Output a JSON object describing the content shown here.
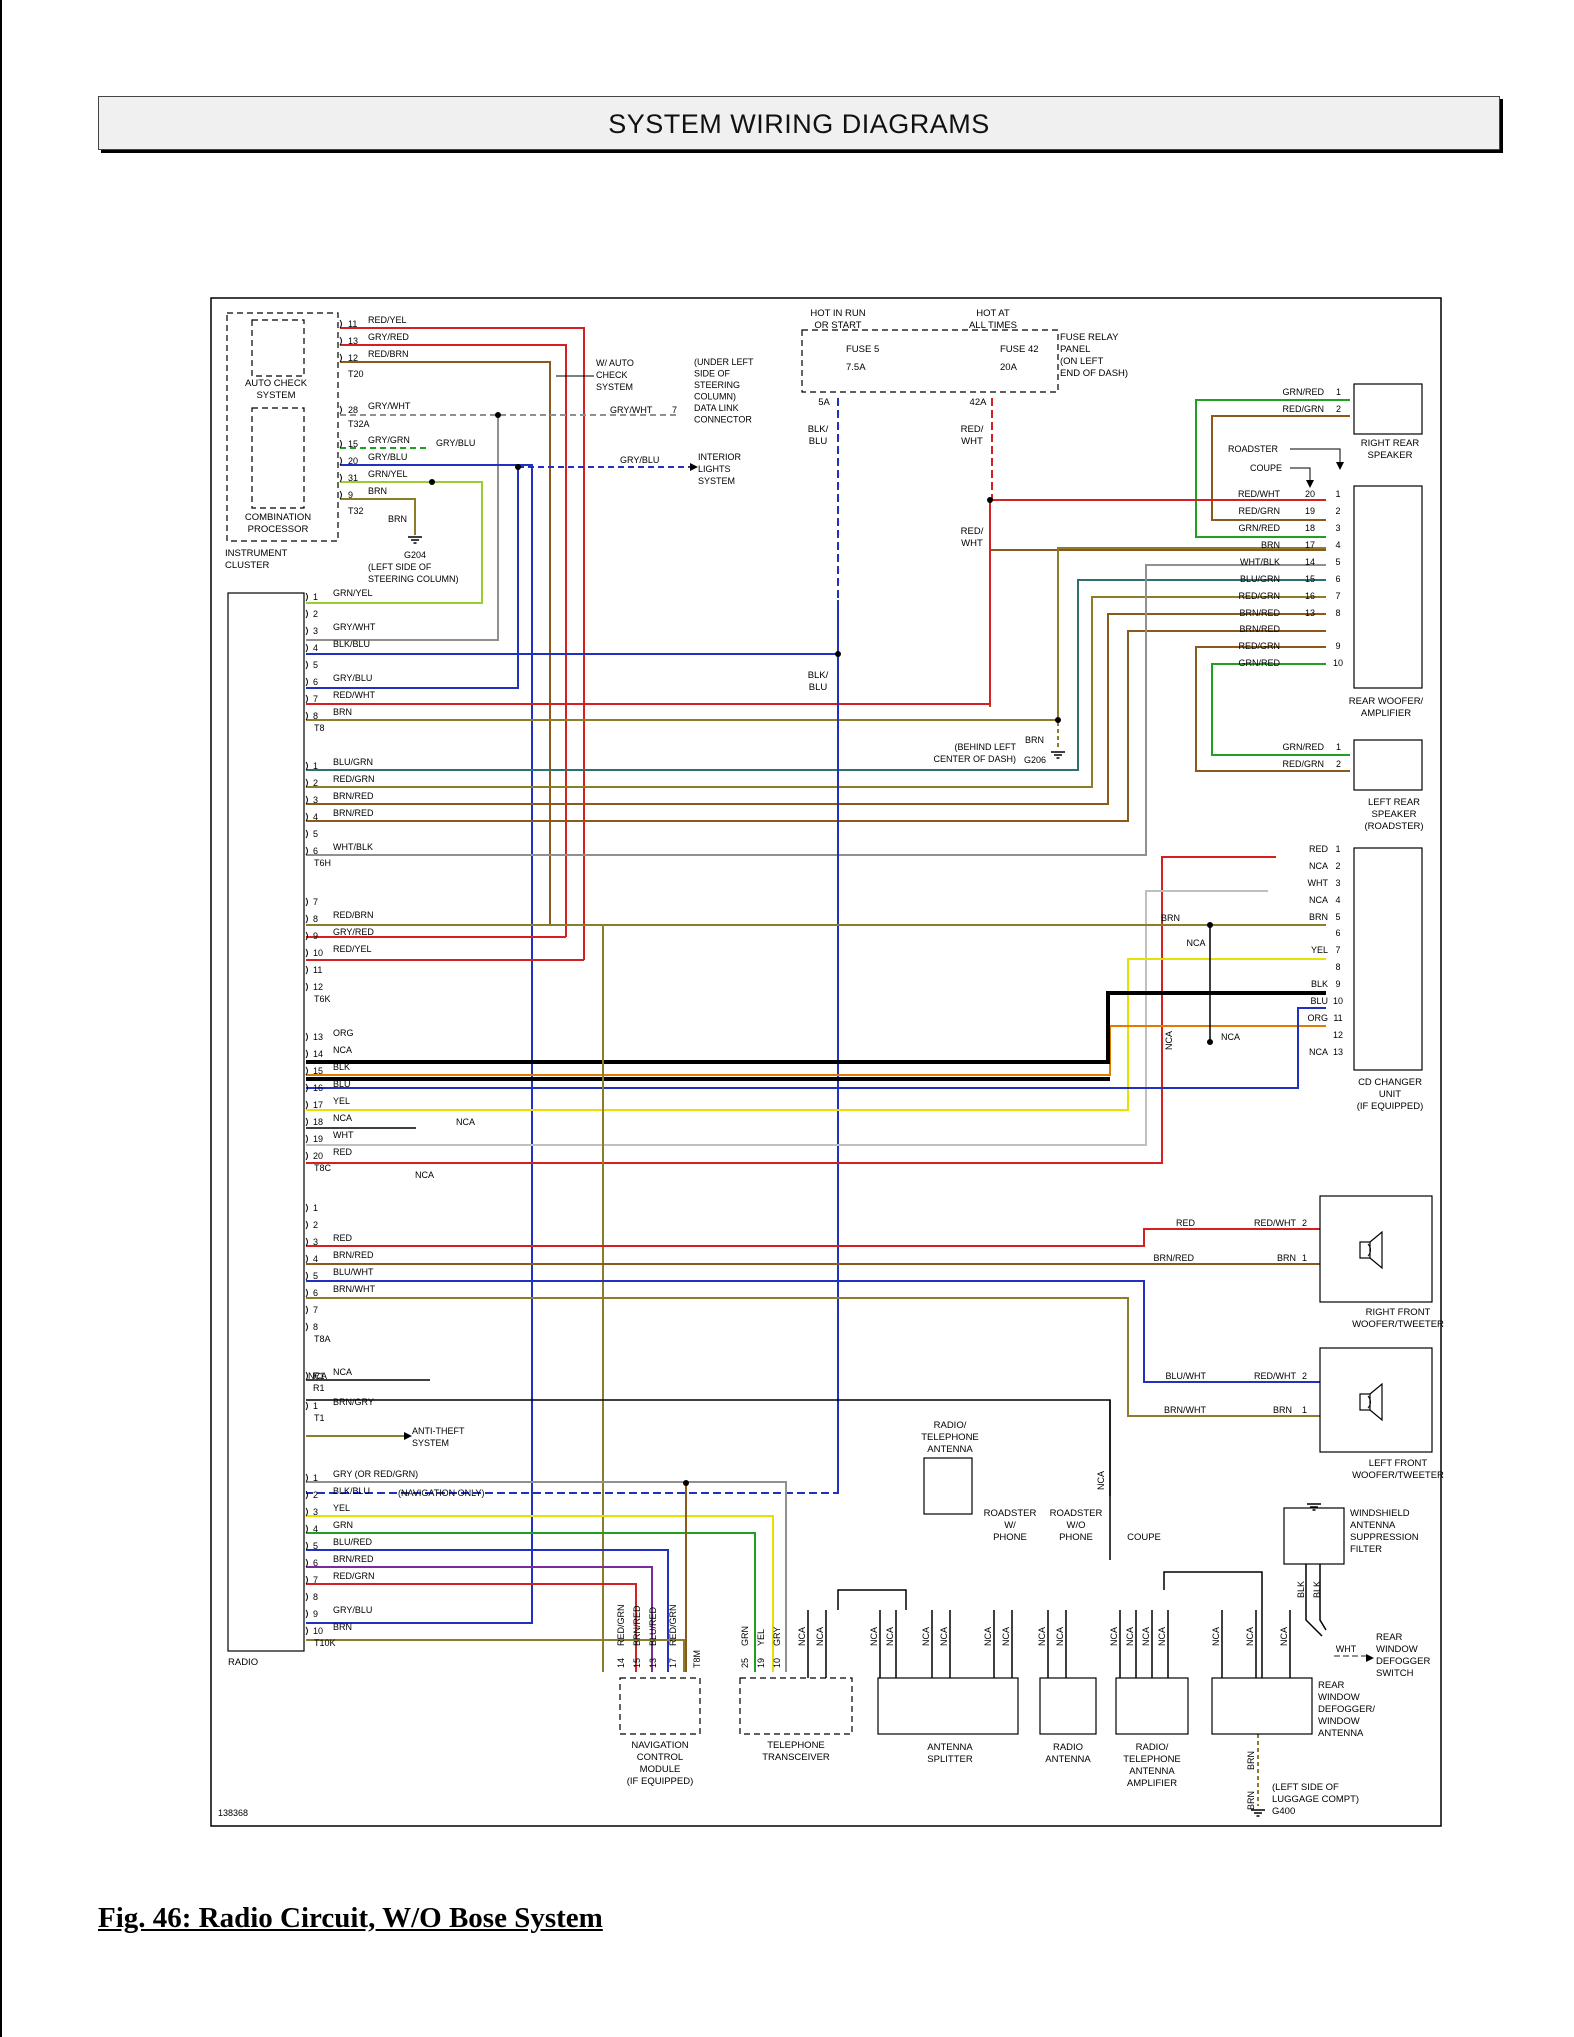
{
  "header": {
    "title": "SYSTEM WIRING DIAGRAMS"
  },
  "caption": "Fig. 46: Radio Circuit, W/O Bose System",
  "figure_id": "138368",
  "colors": {
    "RED": "#d42020",
    "YEL": "#e8e000",
    "GRN": "#20a020",
    "BLU": "#2030c0",
    "BLK": "#000000",
    "WHT": "#c0c0c0",
    "GRY": "#909090",
    "BRN": "#8b5a1a",
    "ORG": "#e07a00",
    "GRNYEL": "#9acd32",
    "OLIVE": "#8b7d2a",
    "TEAL": "#2f6f6f",
    "PURPLE": "#7a2a9a",
    "NCA": "#000000"
  },
  "top_labels": {
    "hot_run": "HOT IN RUN OR START",
    "hot_all": "HOT AT ALL TIMES",
    "fuse5": "FUSE 5",
    "fuse5_amp": "7.5A",
    "fuse42": "FUSE 42",
    "fuse42_amp": "20A",
    "fuse_panel": "FUSE RELAY PANEL (ON LEFT END OF DASH)",
    "t5a": "5A",
    "t42a": "42A",
    "blk_blu": "BLK/ BLU",
    "red_wht": "RED/ WHT"
  },
  "cluster": {
    "auto_check": "AUTO CHECK SYSTEM",
    "combination": "COMBINATION PROCESSOR",
    "instrument": "INSTRUMENT CLUSTER",
    "w_auto_check": "W/ AUTO CHECK SYSTEM",
    "dlc": "(UNDER LEFT SIDE OF STEERING COLUMN) DATA LINK CONNECTOR",
    "interior_lights": "INTERIOR LIGHTS SYSTEM",
    "g204": "G204 (LEFT SIDE OF STEERING COLUMN)",
    "pins": [
      {
        "n": "11",
        "w": "RED/YEL"
      },
      {
        "n": "13",
        "w": "GRY/RED"
      },
      {
        "n": "12",
        "w": "RED/BRN"
      },
      {
        "n": "28",
        "w": "GRY/WHT"
      },
      {
        "n": "15",
        "w": "GRY/GRN"
      },
      {
        "n": "20",
        "w": "GRY/BLU"
      },
      {
        "n": "31",
        "w": "GRN/YEL"
      },
      {
        "n": "9",
        "w": "BRN"
      }
    ],
    "connectors": [
      "T20",
      "T32A",
      "T32"
    ]
  },
  "radio": {
    "label": "RADIO",
    "groups": [
      {
        "conn": "T8",
        "pins": [
          [
            "1",
            "GRN/YEL"
          ],
          [
            "2",
            ""
          ],
          [
            "3",
            "GRY/WHT"
          ],
          [
            "4",
            "BLK/BLU"
          ],
          [
            "5",
            ""
          ],
          [
            "6",
            "GRY/BLU"
          ],
          [
            "7",
            "RED/WHT"
          ],
          [
            "8",
            "BRN"
          ]
        ]
      },
      {
        "conn": "T6H",
        "pins": [
          [
            "1",
            "BLU/GRN"
          ],
          [
            "2",
            "RED/GRN"
          ],
          [
            "3",
            "BRN/RED"
          ],
          [
            "4",
            "BRN/RED"
          ],
          [
            "5",
            ""
          ],
          [
            "6",
            "WHT/BLK"
          ]
        ]
      },
      {
        "conn": "T6K",
        "pins": [
          [
            "7",
            ""
          ],
          [
            "8",
            "RED/BRN"
          ],
          [
            "9",
            "GRY/RED"
          ],
          [
            "10",
            "RED/YEL"
          ],
          [
            "11",
            ""
          ],
          [
            "12",
            ""
          ]
        ]
      },
      {
        "conn": "T8C",
        "pins": [
          [
            "13",
            "ORG"
          ],
          [
            "14",
            "NCA"
          ],
          [
            "15",
            "BLK"
          ],
          [
            "16",
            "BLU"
          ],
          [
            "17",
            "YEL"
          ],
          [
            "18",
            "NCA"
          ],
          [
            "19",
            "WHT"
          ],
          [
            "20",
            "RED"
          ]
        ]
      },
      {
        "conn": "T8A",
        "pins": [
          [
            "1",
            ""
          ],
          [
            "2",
            ""
          ],
          [
            "3",
            "RED"
          ],
          [
            "4",
            "BRN/RED"
          ],
          [
            "5",
            "BLU/WHT"
          ],
          [
            "6",
            "BRN/WHT"
          ],
          [
            "7",
            ""
          ],
          [
            "8",
            ""
          ]
        ]
      },
      {
        "conn": "T1",
        "pins": [
          [
            "R1",
            "NCA"
          ],
          [
            "1",
            "BRN/GRY"
          ]
        ]
      },
      {
        "conn": "T10K",
        "pins": [
          [
            "1",
            "GRY (OR RED/GRN)"
          ],
          [
            "2",
            "BLK/BLU"
          ],
          [
            "3",
            "YEL"
          ],
          [
            "4",
            "GRN"
          ],
          [
            "5",
            "BLU/RED"
          ],
          [
            "6",
            "BRN/RED"
          ],
          [
            "7",
            "RED/GRN"
          ],
          [
            "8",
            ""
          ],
          [
            "9",
            "GRY/BLU"
          ],
          [
            "10",
            "BRN"
          ]
        ]
      }
    ],
    "nav_only": "(NAVIGATION ONLY)",
    "anti_theft": "ANTI-THEFT SYSTEM"
  },
  "right_components": {
    "right_rear_speaker": "RIGHT REAR SPEAKER",
    "rear_woofer": "REAR WOOFER/ AMPLIFIER",
    "left_rear_speaker": "LEFT REAR SPEAKER (ROADSTER)",
    "cd_changer": "CD CHANGER UNIT (IF EQUIPPED)",
    "right_front_woofer": "RIGHT FRONT WOOFER/TWEETER",
    "left_front_woofer": "LEFT FRONT WOOFER/TWEETER",
    "roadster": "ROADSTER",
    "coupe": "COUPE",
    "g206": "(BEHIND LEFT CENTER OF DASH) G206",
    "woofer_pins": [
      [
        "RED/WHT",
        "20",
        "1"
      ],
      [
        "RED/GRN",
        "19",
        "2"
      ],
      [
        "GRN/RED",
        "18",
        "3"
      ],
      [
        "BRN",
        "17",
        "4"
      ],
      [
        "WHT/BLK",
        "14",
        "5"
      ],
      [
        "BLU/GRN",
        "15",
        "6"
      ],
      [
        "RED/GRN",
        "16",
        "7"
      ],
      [
        "BRN/RED",
        "13",
        "8"
      ],
      [
        "BRN/RED",
        "",
        ""
      ],
      [
        "RED/GRN",
        "",
        "9"
      ],
      [
        "GRN/RED",
        "",
        "10"
      ]
    ],
    "cd_pins": [
      [
        "RED",
        "1"
      ],
      [
        "NCA",
        "2"
      ],
      [
        "WHT",
        "3"
      ],
      [
        "NCA",
        "4"
      ],
      [
        "BRN",
        "5"
      ],
      [
        "",
        "6"
      ],
      [
        "YEL",
        "7"
      ],
      [
        "",
        "8"
      ],
      [
        "BLK",
        "9"
      ],
      [
        "BLU",
        "10"
      ],
      [
        "ORG",
        "11"
      ],
      [
        "",
        "12"
      ],
      [
        "NCA",
        "13"
      ]
    ]
  },
  "bottom": {
    "nav_module": "NAVIGATION CONTROL MODULE (IF EQUIPPED)",
    "telephone": "TELEPHONE TRANSCEIVER",
    "antenna_splitter": "ANTENNA SPLITTER",
    "radio_antenna": "RADIO ANTENNA",
    "amp": "RADIO/ TELEPHONE ANTENNA AMPLIFIER",
    "radio_tel_antenna": "RADIO/ TELEPHONE ANTENNA",
    "roadster_w_phone": "ROADSTER W/ PHONE",
    "roadster_wo_phone": "ROADSTER W/O PHONE",
    "coupe": "COUPE",
    "suppression": "WINDSHIELD ANTENNA SUPPRESSION FILTER",
    "defogger_switch": "REAR WINDOW DEFOGGER SWITCH",
    "defogger": "REAR WINDOW DEFOGGER/ WINDOW ANTENNA",
    "g400": "(LEFT SIDE OF LUGGAGE COMPT) G400",
    "nav_pins": [
      [
        "14",
        "RED/GRN"
      ],
      [
        "15",
        "BRN/RED"
      ],
      [
        "13",
        "BLU/RED"
      ],
      [
        "17",
        "RED/GRN"
      ]
    ],
    "tel_pins": [
      [
        "25",
        "GRN"
      ],
      [
        "19",
        "YEL"
      ],
      [
        "10",
        "GRY"
      ]
    ]
  }
}
